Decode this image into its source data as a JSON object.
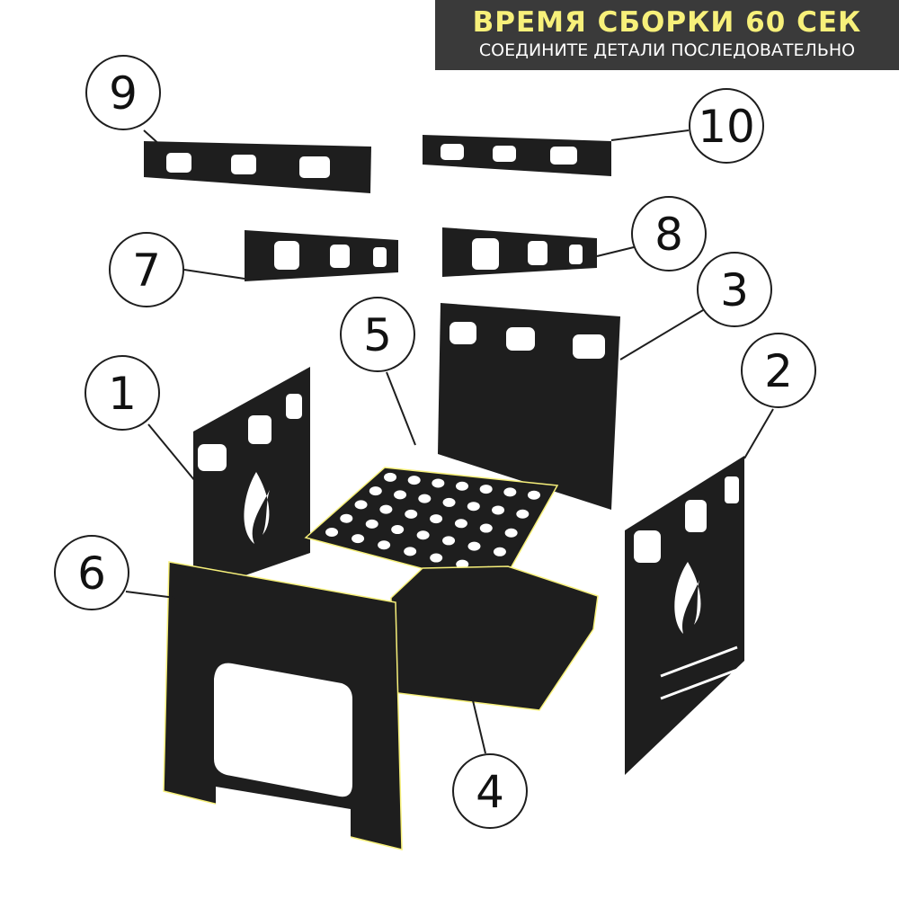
{
  "header": {
    "title": "ВРЕМЯ СБОРКИ 60 СЕК",
    "subtitle": "СОЕДИНИТЕ ДЕТАЛИ ПОСЛЕДОВАТЕЛЬНО"
  },
  "colors": {
    "banner": "#3a3a3a",
    "accent": "#f7f07a",
    "part": "#1e1e1e"
  },
  "callouts": [
    "1",
    "2",
    "3",
    "4",
    "5",
    "6",
    "7",
    "8",
    "9",
    "10"
  ]
}
